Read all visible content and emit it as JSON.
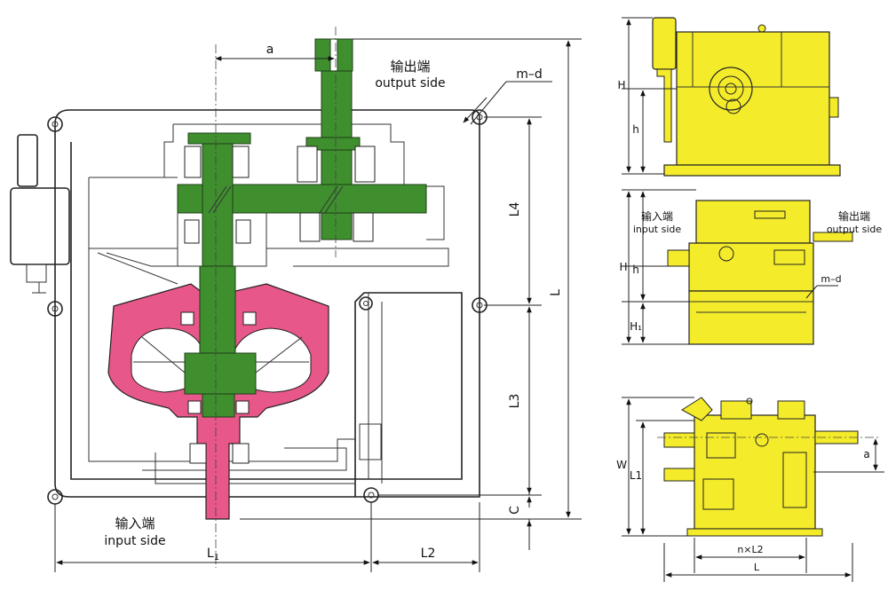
{
  "colors": {
    "shaft": "#3f8f2f",
    "coupling": "#e7578a",
    "housing_yellow": "#f4ec2a",
    "outline": "#222222"
  },
  "main_view": {
    "dim_a": "a",
    "output_cn": "输出端",
    "output_en": "output side",
    "mount_label": "m–d",
    "dim_L4": "L4",
    "dim_L3": "L3",
    "dim_L": "L",
    "dim_C": "C",
    "input_cn": "输入端",
    "input_en": "input side",
    "dim_L1": "L",
    "dim_L1_sub": "1",
    "dim_L2": "L2"
  },
  "side_view": {
    "dim_H": "H",
    "dim_h": "h"
  },
  "front_view": {
    "input_cn": "输入端",
    "input_en": "input side",
    "output_cn": "输出端",
    "output_en": "output side",
    "dim_H": "H",
    "dim_h": "h",
    "dim_H1": "H₁",
    "mount_label": "m–d"
  },
  "top_view": {
    "dim_W": "W",
    "dim_L1": "L1",
    "dim_a": "a",
    "dim_nL2": "n×L2",
    "dim_L": "L"
  }
}
